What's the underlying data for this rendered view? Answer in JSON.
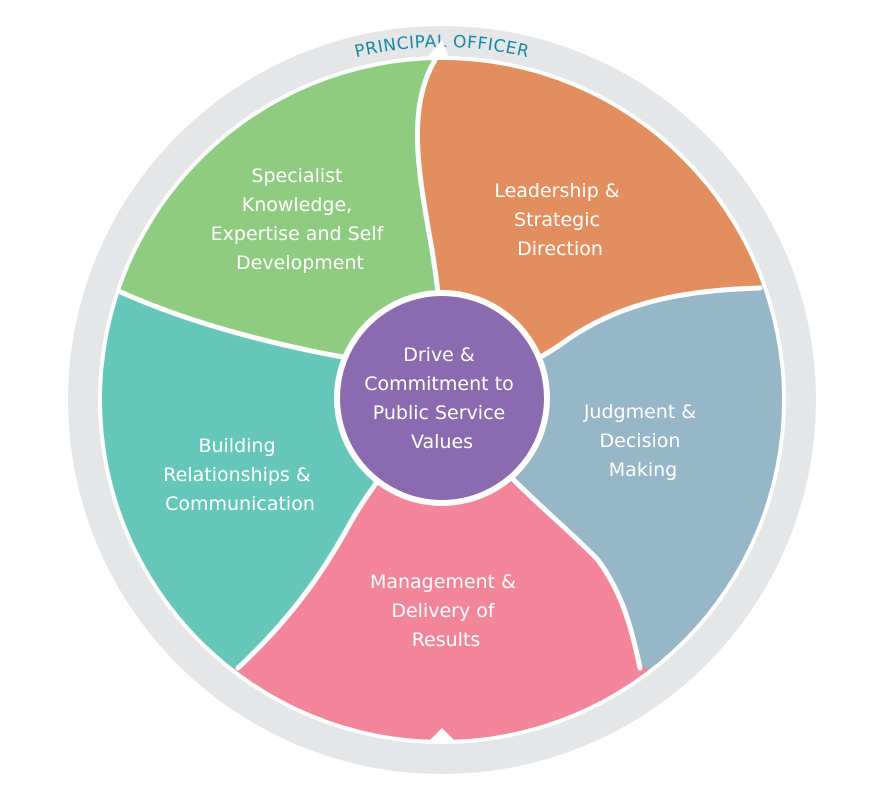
{
  "ring": {
    "title": "PRINCIPAL OFFICER"
  },
  "colors": {
    "ring": "#e5e6e8",
    "green": "#8fcb80",
    "orange": "#e28e5e",
    "blue": "#97b6c7",
    "pink": "#f3859a",
    "teal": "#66c7b8",
    "hub": "#8a6bb0",
    "divider": "#ffffff",
    "ring_title": "#1a8aa3"
  },
  "segments": {
    "specialist": {
      "line1": "Specialist",
      "line2": "Knowledge,",
      "line3": "Expertise and Self",
      "line4": "Development"
    },
    "leadership": {
      "line1": "Leadership &",
      "line2": "Strategic",
      "line3": "Direction"
    },
    "judgment": {
      "line1": "Judgment &",
      "line2": "Decision",
      "line3": "Making"
    },
    "management": {
      "line1": "Management &",
      "line2": "Delivery of",
      "line3": "Results"
    },
    "relationships": {
      "line1": "Building",
      "line2": "Relationships &",
      "line3": "Communication"
    }
  },
  "hub": {
    "line1": "Drive &",
    "line2": "Commitment to",
    "line3": "Public Service",
    "line4": "Values"
  }
}
